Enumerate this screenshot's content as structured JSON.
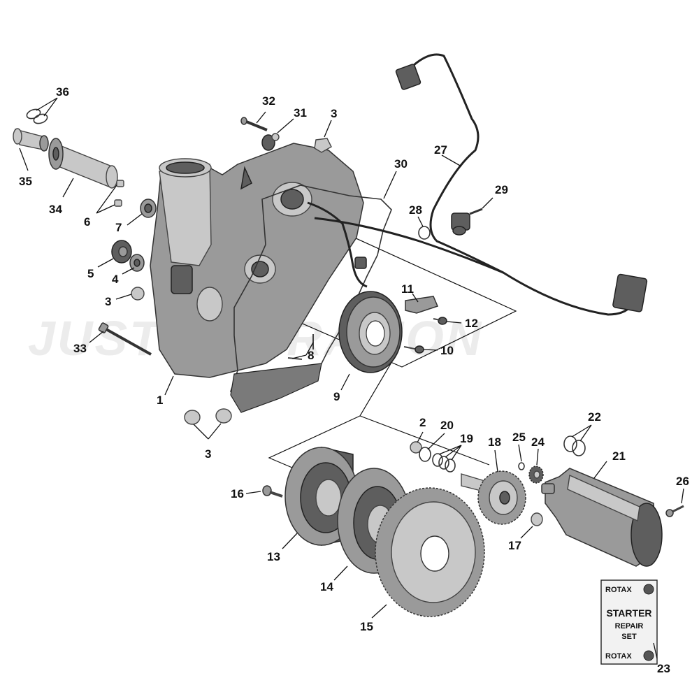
{
  "watermark": "JUST OPERATION",
  "callouts": {
    "n1": "1",
    "n2": "2",
    "n3a": "3",
    "n3b": "3",
    "n3c": "3",
    "n4": "4",
    "n5": "5",
    "n6": "6",
    "n7": "7",
    "n8": "8",
    "n9": "9",
    "n10": "10",
    "n11": "11",
    "n12": "12",
    "n13": "13",
    "n14": "14",
    "n15": "15",
    "n16": "16",
    "n17": "17",
    "n18": "18",
    "n19": "19",
    "n20": "20",
    "n21": "21",
    "n22": "22",
    "n23": "23",
    "n24": "24",
    "n25": "25",
    "n26": "26",
    "n27": "27",
    "n28": "28",
    "n29": "29",
    "n30": "30",
    "n31": "31",
    "n32": "32",
    "n33": "33",
    "n34": "34",
    "n35": "35",
    "n36": "36"
  },
  "kit": {
    "brand_top": "ROTAX",
    "line1": "STARTER",
    "line2": "REPAIR",
    "line3": "SET",
    "brand_bottom": "ROTAX"
  }
}
